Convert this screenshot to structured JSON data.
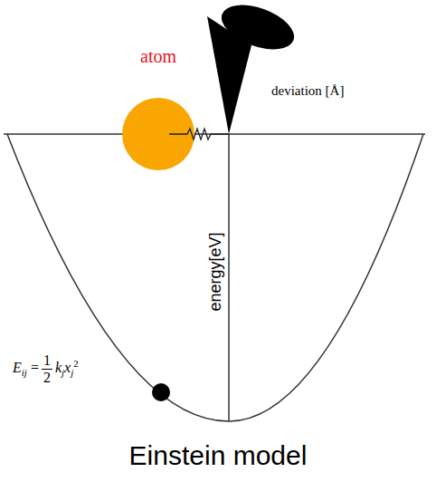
{
  "diagram": {
    "caption": "Einstein model",
    "nodes": [
      {
        "text": [
          "atom"
        ]
      }
    ],
    "labels": [
      "deviation [Å]",
      "energy[eV]",
      "E",
      "ij",
      "=",
      "1",
      "2",
      "k",
      "j",
      "x",
      "j",
      "2"
    ]
  }
}
